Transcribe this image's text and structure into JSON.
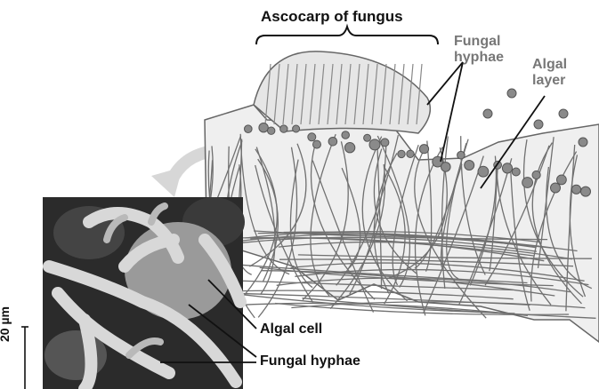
{
  "labels": {
    "ascocarp": "Ascocarp of fungus",
    "fungal_hyphae_top_1": "Fungal",
    "fungal_hyphae_top_2": "hyphae",
    "algal_layer_1": "Algal",
    "algal_layer_2": "layer",
    "algal_cell": "Algal cell",
    "fungal_hyphae_bottom": "Fungal hyphae",
    "scale": "20 µm"
  },
  "colors": {
    "label_dark": "#111111",
    "label_grey": "#777777",
    "hyphae_fill": "#e2e2e2",
    "hyphae_stroke": "#666666",
    "algal_cell": "#8a8a8a",
    "micrograph_bg": "#2b2b2b",
    "arrow": "#d7d7d7"
  }
}
